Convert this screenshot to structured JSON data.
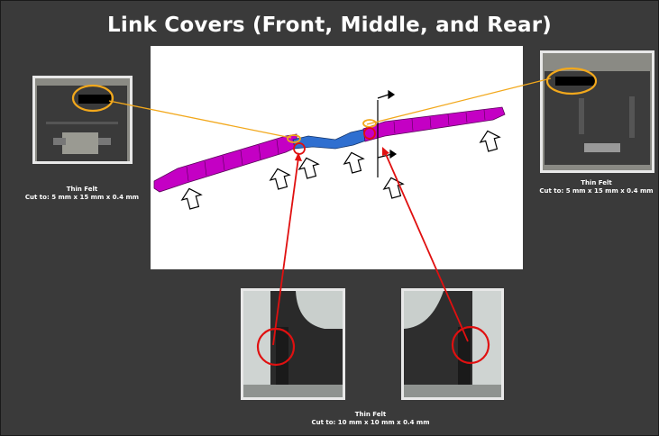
{
  "title": "Link Covers (Front, Middle, and Rear)",
  "captions": {
    "left": {
      "line1": "Thin Felt",
      "line2": "Cut to: 5 mm x 15 mm x 0.4 mm"
    },
    "right": {
      "line1": "Thin Felt",
      "line2": "Cut to: 5 mm x 15 mm x 0.4 mm"
    },
    "bottom": {
      "line1": "Thin Felt",
      "line2": "Cut to: 10 mm x 10 mm x 0.4 mm"
    }
  },
  "colors": {
    "background": "#3a3a3a",
    "link_cover_part": "#c400c4",
    "link_cover_middle": "#2f6fd0",
    "callout_orange": "#f2a81c",
    "callout_red": "#e01010"
  },
  "icons": [
    "up-arrow-icon",
    "axis-arrow-icon"
  ]
}
